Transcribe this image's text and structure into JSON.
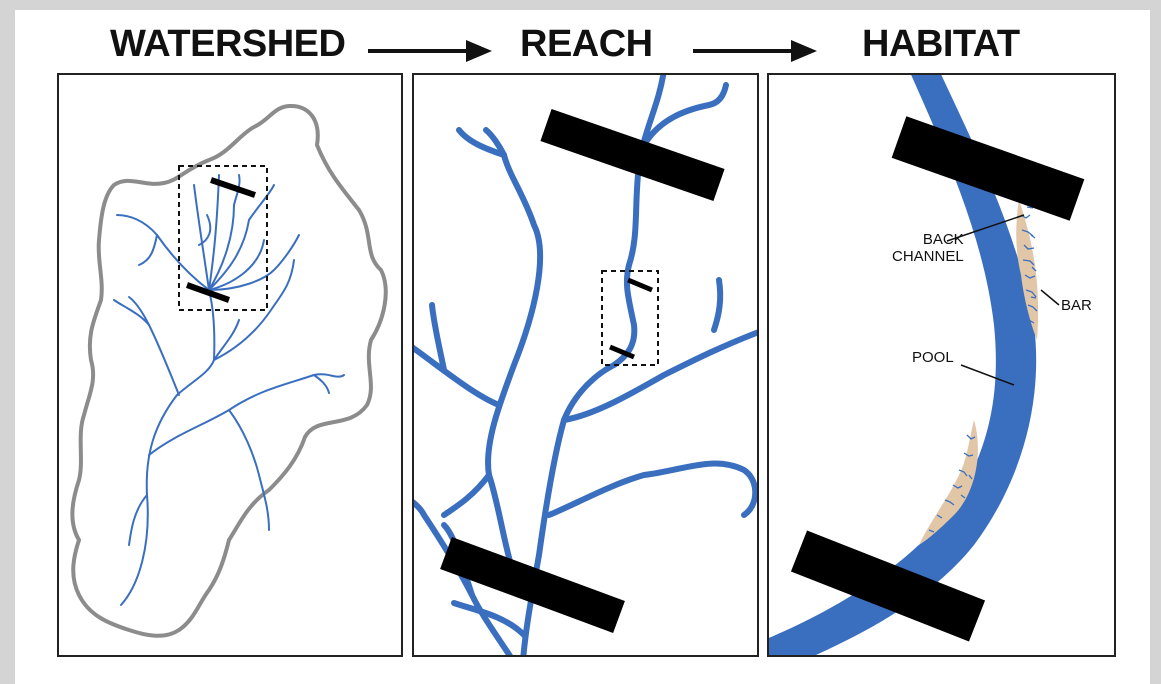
{
  "titles": {
    "watershed": "WATERSHED",
    "reach": "REACH",
    "habitat": "HABITAT"
  },
  "habitat_labels": {
    "back_channel_line1": "BACK",
    "back_channel_line2": "CHANNEL",
    "bar": "BAR",
    "pool": "POOL"
  },
  "colors": {
    "stream": "#3a6fbf",
    "outline": "#8c8c8c",
    "marker": "#000000",
    "sediment": "#e2c6a8",
    "background": "#d4d4d4"
  }
}
